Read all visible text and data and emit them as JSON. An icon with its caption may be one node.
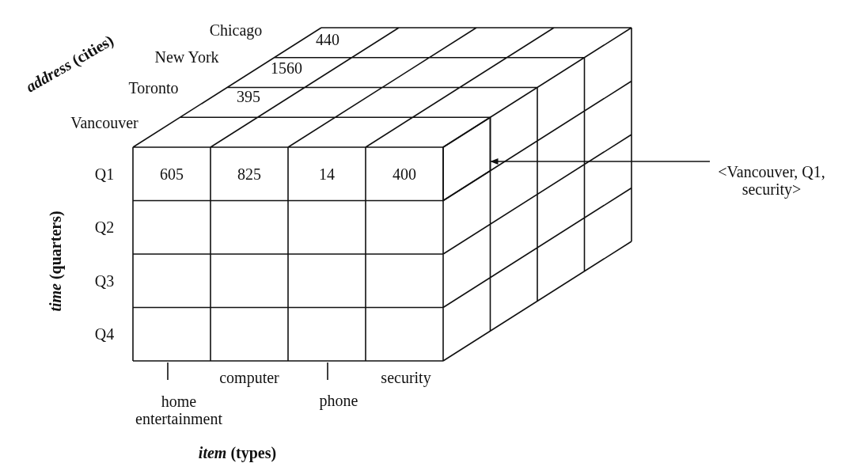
{
  "diagram": {
    "nodes": [
      {
        "text": [
          "<Vancouver, Q1, security>"
        ]
      },
      {
        "text": [],
        "shape": "box"
      }
    ],
    "edges": [
      {
        "from": 0,
        "to": 1,
        "arrow": "to"
      }
    ],
    "labels": [
      "*address* (cities)",
      "Chicago",
      "440",
      "New York",
      "1560",
      "Toronto",
      "395",
      "Vancouver",
      "Q1",
      "605",
      "825",
      "14",
      "400",
      "*time* (quarters)",
      "Q2",
      "Q3",
      "Q4",
      "computer",
      "security",
      "home entertainment",
      "phone",
      "*item* (types)"
    ]
  }
}
